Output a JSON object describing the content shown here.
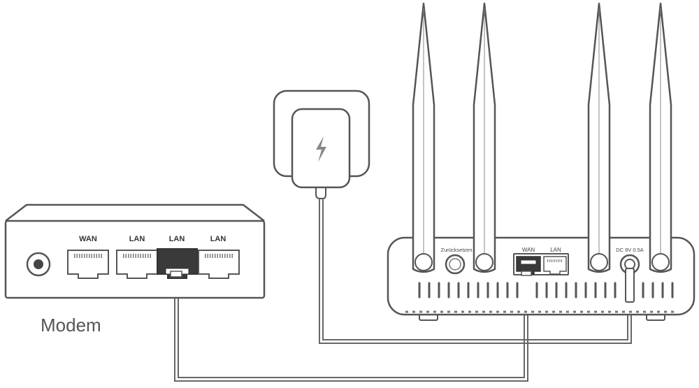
{
  "modem": {
    "caption": "Modem",
    "ports": {
      "wan": "WAN",
      "lan1": "LAN",
      "lan2": "LAN",
      "lan3": "LAN"
    }
  },
  "router": {
    "reset_label": "Zurücksetzen",
    "wan_label": "WAN",
    "lan_label": "LAN",
    "power_label": "DC 9V 0.5A"
  },
  "adapter": {
    "icon": "lightning-bolt-icon"
  },
  "colors": {
    "stroke": "#555555",
    "cable": "#666666",
    "highlight": "#333333"
  }
}
